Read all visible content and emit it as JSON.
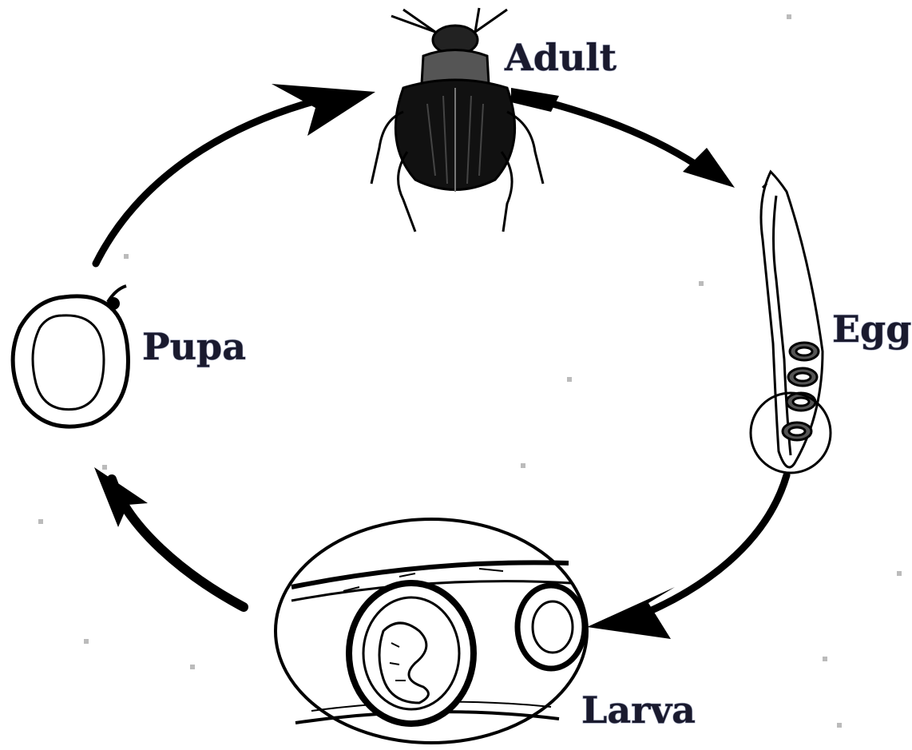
{
  "stages": {
    "adult": {
      "label": "Adult",
      "icon": "beetle-icon"
    },
    "egg": {
      "label": "Egg",
      "icon": "seed-pod-icon"
    },
    "larva": {
      "label": "Larva",
      "icon": "larva-in-seed-icon"
    },
    "pupa": {
      "label": "Pupa",
      "icon": "pupa-icon"
    }
  },
  "cycle_order": [
    "Adult",
    "Egg",
    "Larva",
    "Pupa"
  ],
  "colors": {
    "ink": "#000000",
    "label": "#1a1a2e",
    "background": "#ffffff"
  }
}
